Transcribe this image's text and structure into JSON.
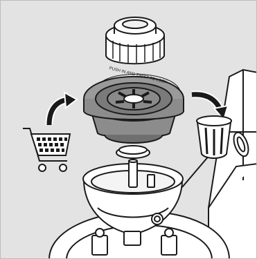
{
  "illustration": {
    "subject": "filter-cartridge-replacement",
    "ring_label": "PUSH IN AND TWIST TO LOCK",
    "colors": {
      "background": "#e3e3e3",
      "line": "#1a1a1a",
      "cartridge_gray": "#8c8c8c",
      "cartridge_dark": "#6f6f6f",
      "white": "#ffffff"
    },
    "icons": [
      "cap",
      "filter-cartridge",
      "arrow-from-cart",
      "arrow-to-bin",
      "shopping-cart",
      "trash-bin",
      "valve-housing",
      "machine-body"
    ]
  }
}
